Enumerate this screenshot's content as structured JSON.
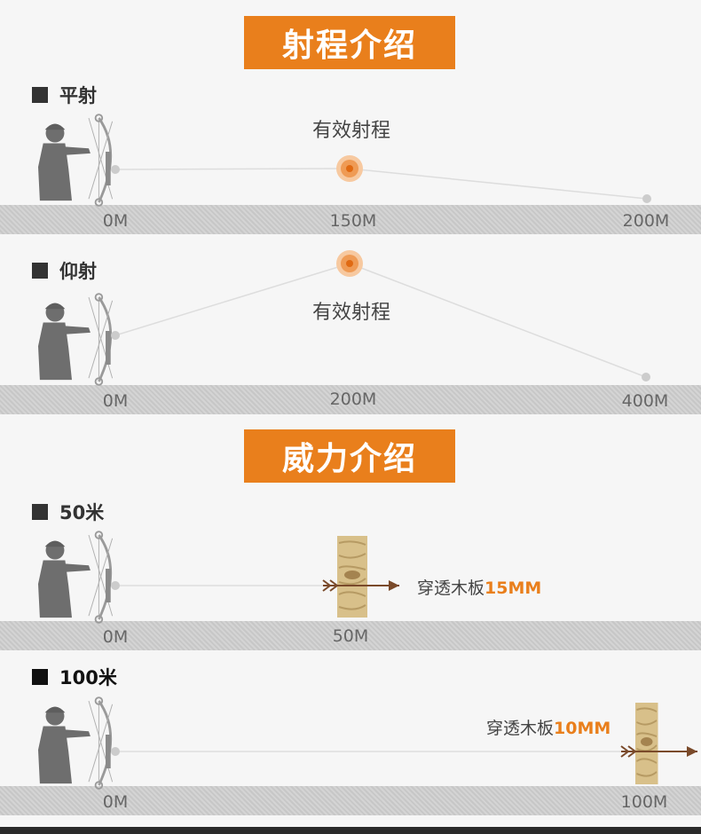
{
  "range_section": {
    "title": "射程介绍",
    "flat": {
      "heading": "平射",
      "target_label": "有效射程",
      "ticks": [
        "0M",
        "150M",
        "200M"
      ]
    },
    "elevated": {
      "heading": "仰射",
      "target_label": "有效射程",
      "ticks": [
        "0M",
        "200M",
        "400M"
      ]
    }
  },
  "power_section": {
    "title": "威力介绍",
    "d50": {
      "heading": "50米",
      "penetration_prefix": "穿透木板",
      "penetration_value": "15MM",
      "ticks": [
        "0M",
        "50M"
      ]
    },
    "d100": {
      "heading": "100米",
      "penetration_prefix": "穿透木板",
      "penetration_value": "10MM",
      "ticks": [
        "0M",
        "100M"
      ]
    }
  },
  "colors": {
    "accent": "#e97f1c",
    "ground": "#cfcfcf",
    "archer": "#6e6e6e",
    "arrow": "#7a4a2a",
    "wood": "#d8c08a"
  },
  "icons": [
    "archer-icon",
    "target-marker-icon",
    "wood-board-icon",
    "arrow-icon"
  ]
}
